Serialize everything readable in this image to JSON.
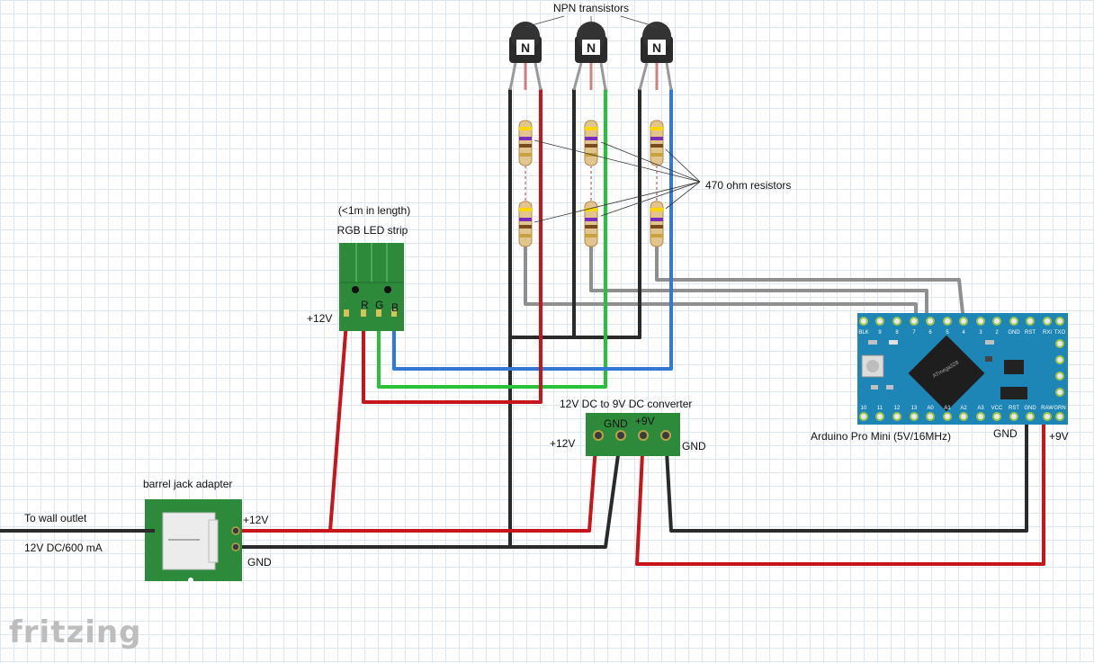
{
  "labels": {
    "npn": "NPN transistors",
    "resistors": "470 ohm resistors",
    "strip_len": "(<1m in length)",
    "strip": "RGB LED strip",
    "strip_v": "+12V",
    "pin_r": "R",
    "pin_g": "G",
    "pin_b": "B",
    "converter": "12V DC to 9V DC converter",
    "conv_gnd": "GND",
    "conv_9v": "+9V",
    "conv_in": "+12V",
    "conv_gnd_r": "GND",
    "arduino": "Arduino Pro Mini (5V/16MHz)",
    "ard_gnd": "GND",
    "ard_9v": "+9V",
    "barrel": "barrel jack adapter",
    "barrel_12v": "+12V",
    "barrel_gnd": "GND",
    "outlet": "To wall outlet",
    "supply": "12V DC/600 mA",
    "watermark": "fritzing"
  },
  "arduino_pins_top": [
    "BLK",
    "9",
    "8",
    "7",
    "6",
    "5",
    "4",
    "3",
    "2",
    "GND",
    "RST",
    "RXI",
    "TXO"
  ],
  "arduino_pins_bottom": [
    "10",
    "11",
    "12",
    "13",
    "A0",
    "A1",
    "A2",
    "A3",
    "VCC",
    "RST",
    "GND",
    "RAW",
    "GRN"
  ],
  "colors": {
    "wire_red": "#c8151b",
    "wire_black": "#2a2a2a",
    "wire_green": "#27c13a",
    "wire_blue": "#3578d4",
    "wire_gray": "#8f8f8f",
    "pcb_green": "#2d8a3b",
    "arduino_blue": "#1d86b6"
  }
}
